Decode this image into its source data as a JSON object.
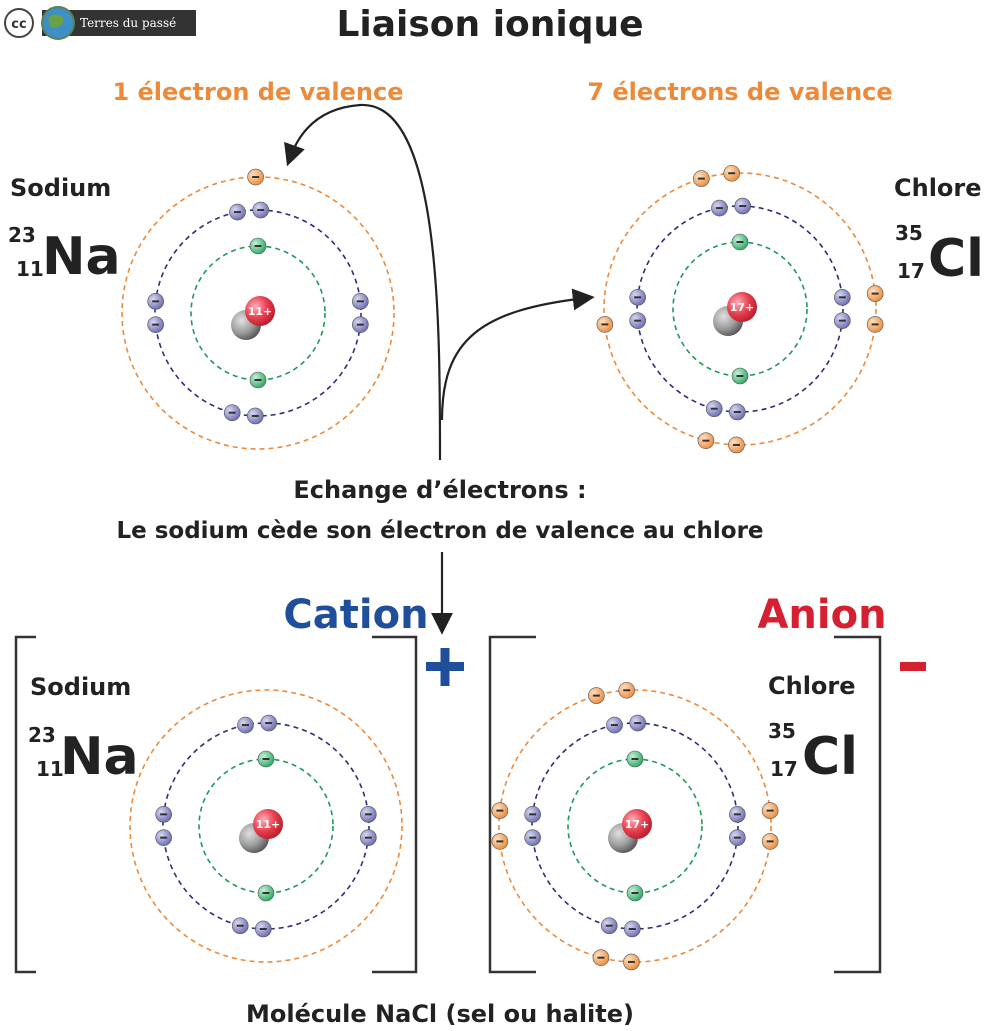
{
  "title": "Liaison ionique",
  "logo": {
    "cc": "cc",
    "text": "Terres du passé"
  },
  "valence_na_label": "1 électron de valence",
  "valence_cl_label": "7 électrons de valence",
  "exchange": {
    "line1": "Echange d’électrons :",
    "line2": "Le sodium cède son électron de valence au chlore"
  },
  "cation_label": "Cation",
  "anion_label": "Anion",
  "plus_sign": "+",
  "minus_sign": "−",
  "bottom_label": "Molécule NaCl (sel ou halite)",
  "sodium": {
    "name": "Sodium",
    "mass": "23",
    "number": "11",
    "symbol": "Na",
    "nucleus": "11+"
  },
  "chlorine": {
    "name": "Chlore",
    "mass": "35",
    "number": "17",
    "symbol": "Cl",
    "nucleus": "17+"
  },
  "electron_sign": "−",
  "colors": {
    "shell1": "#1e9a5a",
    "shell2": "#2b2f7a",
    "shell3": "#ec8a3a",
    "valence_text": "#ec8a3a",
    "cation": "#1f4f9a",
    "anion": "#d42030",
    "nucleus": "#e84050"
  }
}
